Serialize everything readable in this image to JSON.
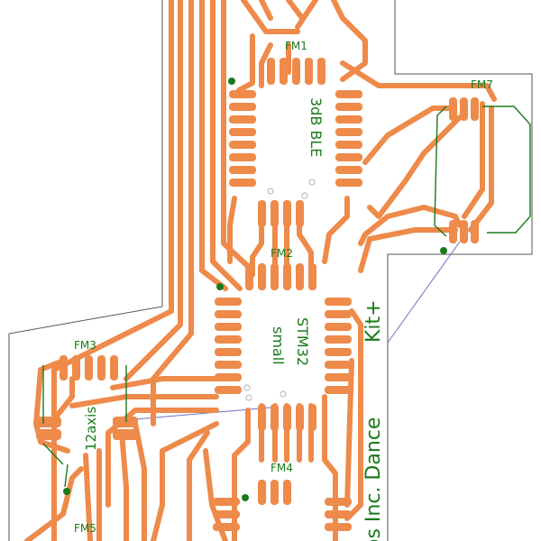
{
  "colors": {
    "background": "#ffffff",
    "trace": "#ee8a4a",
    "silkscreen": "#1a7a1a",
    "outline": "#555555",
    "ratsnest": "#6d6dcf",
    "via": "#bdbdbd"
  },
  "components": [
    {
      "ref": "FM1",
      "label": "FM1",
      "value": "3dB BLE"
    },
    {
      "ref": "FM2",
      "label": "FM2",
      "value": "STM32 small"
    },
    {
      "ref": "FM3",
      "label": "FM3",
      "value": "12axis"
    },
    {
      "ref": "FM4",
      "label": "FM4",
      "value": ""
    },
    {
      "ref": "FM5",
      "label": "FM5",
      "value": ""
    },
    {
      "ref": "FM7",
      "label": "FM7",
      "value": ""
    }
  ],
  "text": {
    "fm1_value": "3dB BLE",
    "fm2_value_line1": "STM32",
    "fm2_value_line2": "small",
    "fm3_value": "12axis",
    "kit_line1": "Kit+",
    "kit_line2": "abs Inc. Dance"
  }
}
